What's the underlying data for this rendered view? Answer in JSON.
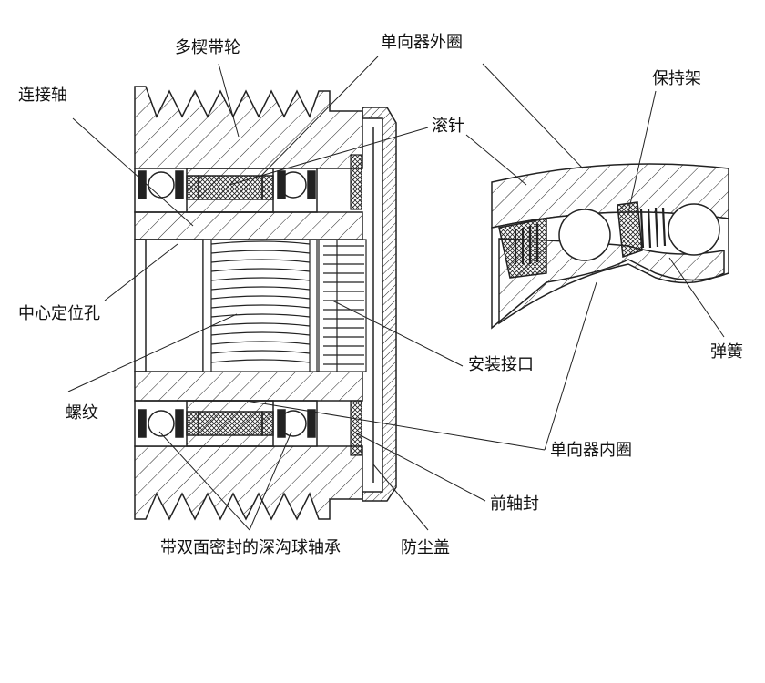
{
  "diagram": {
    "labels": {
      "pulley": "多楔带轮",
      "outer_ring": "单向器外圈",
      "connecting_shaft": "连接轴",
      "needle": "滚针",
      "cage": "保持架",
      "center_hole": "中心定位孔",
      "mounting_interface": "安装接口",
      "spring": "弹簧",
      "thread": "螺纹",
      "inner_ring": "单向器内圈",
      "front_seal": "前轴封",
      "bearing": "带双面密封的深沟球轴承",
      "dust_cover": "防尘盖"
    }
  }
}
